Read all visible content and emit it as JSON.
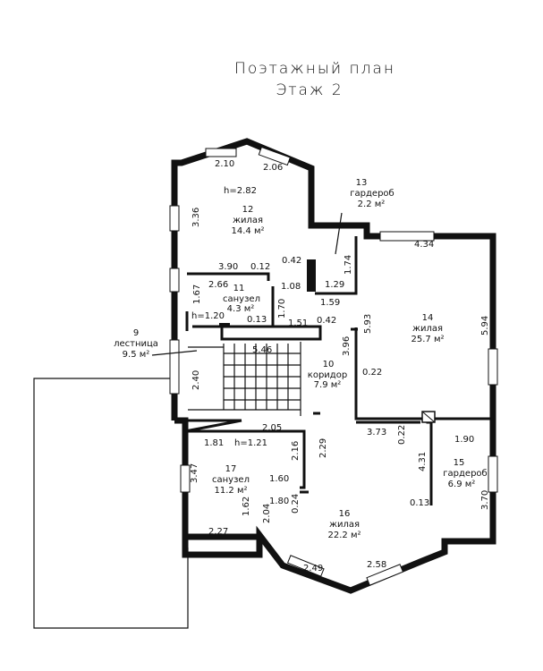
{
  "title": {
    "line1": "Поэтажный план",
    "line2": "Этаж 2"
  },
  "rooms": {
    "r12": {
      "num": "12",
      "name": "жилая",
      "area": "14.4 м²",
      "height": "h=2.82"
    },
    "r13": {
      "num": "13",
      "name": "гардероб",
      "area": "2.2 м²"
    },
    "r11": {
      "num": "11",
      "name": "санузел",
      "area": "4.3 м²",
      "height": "h=1.20"
    },
    "r14": {
      "num": "14",
      "name": "жилая",
      "area": "25.7 м²"
    },
    "r9": {
      "num": "9",
      "name": "лестница",
      "area": "9.5 м²"
    },
    "r10": {
      "num": "10",
      "name": "коридор",
      "area": "7.9 м²"
    },
    "r17": {
      "num": "17",
      "name": "санузел",
      "area": "11.2 м²",
      "height": "h=1.21"
    },
    "r15": {
      "num": "15",
      "name": "гардероб",
      "area": "6.9 м²"
    },
    "r16": {
      "num": "16",
      "name": "жилая",
      "area": "22.2 м²"
    }
  },
  "dims": {
    "d210": "2.10",
    "d206": "2.06",
    "d336": "3.36",
    "d390": "3.90",
    "d012a": "0.12",
    "d042a": "0.42",
    "d174": "1.74",
    "d434": "4.34",
    "d167": "1.67",
    "d266": "2.66",
    "d108": "1.08",
    "d129": "1.29",
    "d159": "1.59",
    "d013a": "0.13",
    "d170": "1.70",
    "d151": "1.51",
    "d042b": "0.42",
    "d593": "5.93",
    "d594": "5.94",
    "d546": "5.46",
    "d396": "3.96",
    "d022a": "0.22",
    "d240": "2.40",
    "d373": "3.73",
    "d022b": "0.22",
    "d190": "1.90",
    "d205": "2.05",
    "d181": "1.81",
    "d216": "2.16",
    "d229": "2.29",
    "d431": "4.31",
    "d347": "3.47",
    "d160": "1.60",
    "d180": "1.80",
    "d162": "1.62",
    "d204": "2.04",
    "d024": "0.24",
    "d013b": "0.13",
    "d370": "3.70",
    "d227": "2.27",
    "d249": "2.49",
    "d258": "2.58"
  }
}
